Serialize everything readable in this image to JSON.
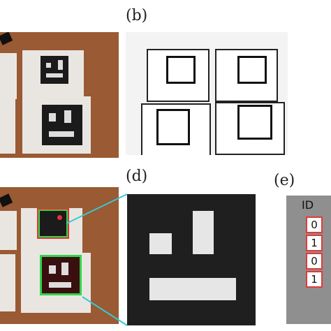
{
  "panels": {
    "b": {
      "label": "(b)"
    },
    "d": {
      "label": "(d)"
    },
    "e": {
      "label": "(e)",
      "header": "ID",
      "bits": [
        "0",
        "1",
        "0",
        "1"
      ]
    }
  },
  "colors": {
    "wood": "#9a5a33",
    "marker": "#1b1b1b",
    "detect_red": "#e33434",
    "detect_green": "#2fd54a",
    "zoom_line": "#35c9d6"
  }
}
